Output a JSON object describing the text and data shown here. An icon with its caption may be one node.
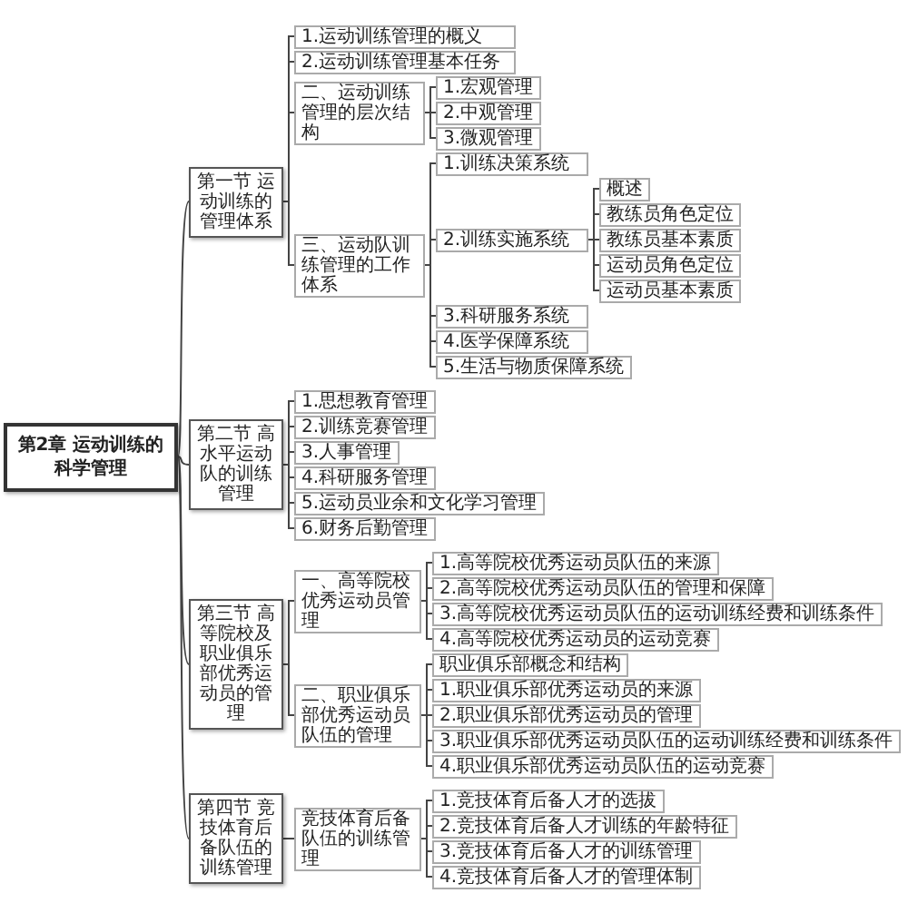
{
  "diagram": {
    "nodes": [
      {
        "text": [
          "第2章 运动训练的科学管理"
        ]
      },
      {
        "text": [
          "第一节 运动训练的管理体系"
        ]
      },
      {
        "text": [
          "1.运动训练管理的概义"
        ]
      },
      {
        "text": [
          "2.运动训练管理基本任务"
        ]
      },
      {
        "text": [
          "二、运动训练管理的层次结构"
        ]
      },
      {
        "text": [
          "1.宏观管理"
        ]
      },
      {
        "text": [
          "2.中观管理"
        ]
      },
      {
        "text": [
          "3.微观管理"
        ]
      },
      {
        "text": [
          "三、运动队训练管理的工作体系"
        ]
      },
      {
        "text": [
          "1.训练决策系统"
        ]
      },
      {
        "text": [
          "2.训练实施系统"
        ]
      },
      {
        "text": [
          "概述"
        ]
      },
      {
        "text": [
          "教练员角色定位"
        ]
      },
      {
        "text": [
          "教练员基本素质"
        ]
      },
      {
        "text": [
          "运动员角色定位"
        ]
      },
      {
        "text": [
          "运动员基本素质"
        ]
      },
      {
        "text": [
          "3.科研服务系统"
        ]
      },
      {
        "text": [
          "4.医学保障系统"
        ]
      },
      {
        "text": [
          "5.生活与物质保障系统"
        ]
      },
      {
        "text": [
          "第二节 高水平运动队的训练管理"
        ]
      },
      {
        "text": [
          "1.思想教育管理"
        ]
      },
      {
        "text": [
          "2.训练竞赛管理"
        ]
      },
      {
        "text": [
          "3.人事管理"
        ]
      },
      {
        "text": [
          "4.科研服务管理"
        ]
      },
      {
        "text": [
          "5.运动员业余和文化学习管理"
        ]
      },
      {
        "text": [
          "6.财务后勤管理"
        ]
      },
      {
        "text": [
          "第三节 高等院校及职业俱乐部优秀运动员的管理"
        ]
      },
      {
        "text": [
          "一、高等院校优秀运动员管理"
        ]
      },
      {
        "text": [
          "1.高等院校优秀运动员队伍的来源"
        ]
      },
      {
        "text": [
          "2.高等院校优秀运动员队伍的管理和保障"
        ]
      },
      {
        "text": [
          "3.高等院校优秀运动员队伍的运动训练经费和训练条件"
        ]
      },
      {
        "text": [
          "4.高等院校优秀运动员的运动竞赛"
        ]
      },
      {
        "text": [
          "二、职业俱乐部优秀运动员队伍的管理"
        ]
      },
      {
        "text": [
          "职业俱乐部概念和结构"
        ]
      },
      {
        "text": [
          "1.职业俱乐部优秀运动员的来源"
        ]
      },
      {
        "text": [
          "2.职业俱乐部优秀运动员的管理"
        ]
      },
      {
        "text": [
          "3.职业俱乐部优秀运动员队伍的运动训练经费和训练条件"
        ]
      },
      {
        "text": [
          "4.职业俱乐部优秀运动员队伍的运动竞赛"
        ]
      },
      {
        "text": [
          "第四节 竞技体育后备队伍的训练管理"
        ]
      },
      {
        "text": [
          "竞技体育后备队伍的训练管理"
        ]
      },
      {
        "text": [
          "1.竞技体育后备人才的选拔"
        ]
      },
      {
        "text": [
          "2.竞技体育后备人才训练的年龄特征"
        ]
      },
      {
        "text": [
          "3.竞技体育后备人才的训练管理"
        ]
      },
      {
        "text": [
          "4.竞技体育后备人才的管理体制"
        ]
      }
    ],
    "edges": [
      {
        "from": 0,
        "to": 1,
        "arrow": "none"
      },
      {
        "from": 0,
        "to": 19,
        "arrow": "none"
      },
      {
        "from": 0,
        "to": 26,
        "arrow": "none"
      },
      {
        "from": 0,
        "to": 38,
        "arrow": "none"
      },
      {
        "from": 1,
        "to": 2,
        "arrow": "none"
      },
      {
        "from": 1,
        "to": 3,
        "arrow": "none"
      },
      {
        "from": 1,
        "to": 4,
        "arrow": "none"
      },
      {
        "from": 1,
        "to": 8,
        "arrow": "none"
      },
      {
        "from": 4,
        "to": 5,
        "arrow": "none"
      },
      {
        "from": 4,
        "to": 6,
        "arrow": "none"
      },
      {
        "from": 4,
        "to": 7,
        "arrow": "none"
      },
      {
        "from": 8,
        "to": 9,
        "arrow": "none"
      },
      {
        "from": 8,
        "to": 10,
        "arrow": "none"
      },
      {
        "from": 8,
        "to": 16,
        "arrow": "none"
      },
      {
        "from": 8,
        "to": 17,
        "arrow": "none"
      },
      {
        "from": 8,
        "to": 18,
        "arrow": "none"
      },
      {
        "from": 10,
        "to": 11,
        "arrow": "none"
      },
      {
        "from": 10,
        "to": 12,
        "arrow": "none"
      },
      {
        "from": 10,
        "to": 13,
        "arrow": "none"
      },
      {
        "from": 10,
        "to": 14,
        "arrow": "none"
      },
      {
        "from": 10,
        "to": 15,
        "arrow": "none"
      },
      {
        "from": 19,
        "to": 20,
        "arrow": "none"
      },
      {
        "from": 19,
        "to": 21,
        "arrow": "none"
      },
      {
        "from": 19,
        "to": 22,
        "arrow": "none"
      },
      {
        "from": 19,
        "to": 23,
        "arrow": "none"
      },
      {
        "from": 19,
        "to": 24,
        "arrow": "none"
      },
      {
        "from": 19,
        "to": 25,
        "arrow": "none"
      },
      {
        "from": 26,
        "to": 27,
        "arrow": "none"
      },
      {
        "from": 26,
        "to": 32,
        "arrow": "none"
      },
      {
        "from": 27,
        "to": 28,
        "arrow": "none"
      },
      {
        "from": 27,
        "to": 29,
        "arrow": "none"
      },
      {
        "from": 27,
        "to": 30,
        "arrow": "none"
      },
      {
        "from": 27,
        "to": 31,
        "arrow": "none"
      },
      {
        "from": 32,
        "to": 33,
        "arrow": "none"
      },
      {
        "from": 32,
        "to": 34,
        "arrow": "none"
      },
      {
        "from": 32,
        "to": 35,
        "arrow": "none"
      },
      {
        "from": 32,
        "to": 36,
        "arrow": "none"
      },
      {
        "from": 32,
        "to": 37,
        "arrow": "none"
      },
      {
        "from": 38,
        "to": 39,
        "arrow": "none"
      },
      {
        "from": 39,
        "to": 40,
        "arrow": "none"
      },
      {
        "from": 39,
        "to": 41,
        "arrow": "none"
      },
      {
        "from": 39,
        "to": 42,
        "arrow": "none"
      },
      {
        "from": 39,
        "to": 43,
        "arrow": "none"
      }
    ]
  }
}
